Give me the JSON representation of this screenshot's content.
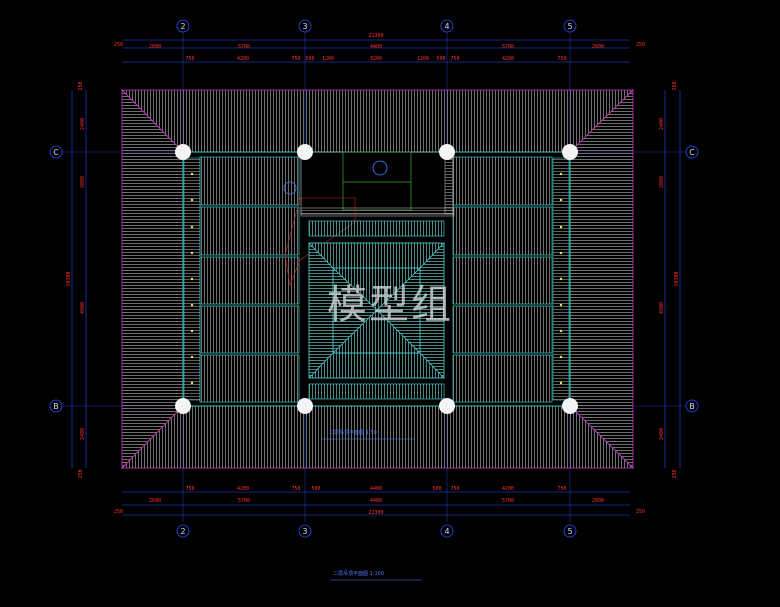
{
  "axes": {
    "columns": [
      "2",
      "3",
      "4",
      "5"
    ],
    "rows": [
      "C",
      "B"
    ]
  },
  "dimensions": {
    "top_overall": "21300",
    "top_segments": [
      "250",
      "2600",
      "5700",
      "4400",
      "5700",
      "2600",
      "250"
    ],
    "top_detail": [
      "750",
      "4200",
      "750",
      "500",
      "1200",
      "3200",
      "1200",
      "500",
      "750",
      "4200",
      "750"
    ],
    "bottom_detail": [
      "750",
      "4200",
      "750",
      "500",
      "4400",
      "500",
      "750",
      "4200",
      "750"
    ],
    "bottom_segments": [
      "250",
      "2600",
      "5700",
      "4400",
      "5700",
      "2600",
      "250"
    ],
    "bottom_overall": "21300",
    "left_side": [
      "250",
      "2400",
      "2800",
      "4900",
      "2400",
      "250"
    ],
    "left_overall": "10300",
    "right_side": [
      "250",
      "2400",
      "2800",
      "4900",
      "2400",
      "250"
    ],
    "right_overall": "10300"
  },
  "captions": {
    "inner": "二层吊顶平面图 1:50",
    "title": "二层吊顶平面图 1:100"
  },
  "watermark": "模型组"
}
